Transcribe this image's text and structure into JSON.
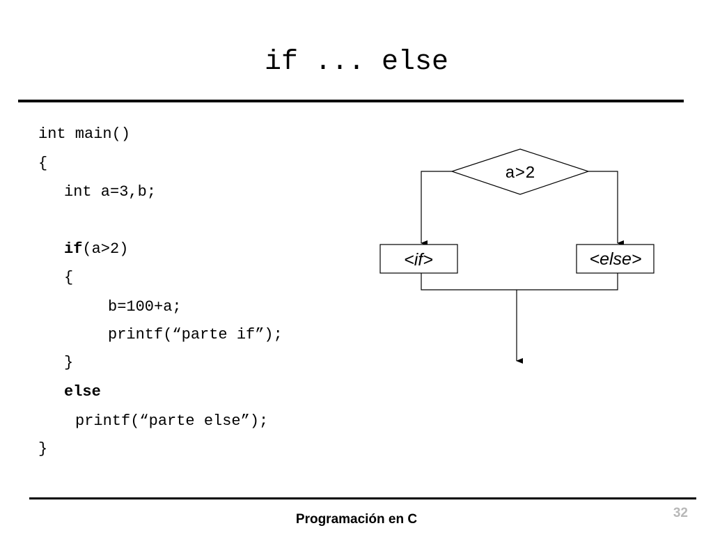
{
  "slide": {
    "title": "if ... else",
    "footer": "Programación en C",
    "page_number": "32"
  },
  "code": {
    "lines": [
      {
        "text": "int main()"
      },
      {
        "text": "{"
      },
      {
        "text": "int a=3,b;"
      },
      {
        "keyword": "if",
        "text": "(a>2)"
      },
      {
        "text": "{"
      },
      {
        "text": "b=100+a;"
      },
      {
        "text": "printf(“parte if”);"
      },
      {
        "text": "}"
      },
      {
        "keyword": "else"
      },
      {
        "text": "printf(“parte else”);"
      },
      {
        "text": "}"
      }
    ]
  },
  "flowchart": {
    "condition": "a>2",
    "if_branch": "<if>",
    "else_branch": "<else>"
  }
}
